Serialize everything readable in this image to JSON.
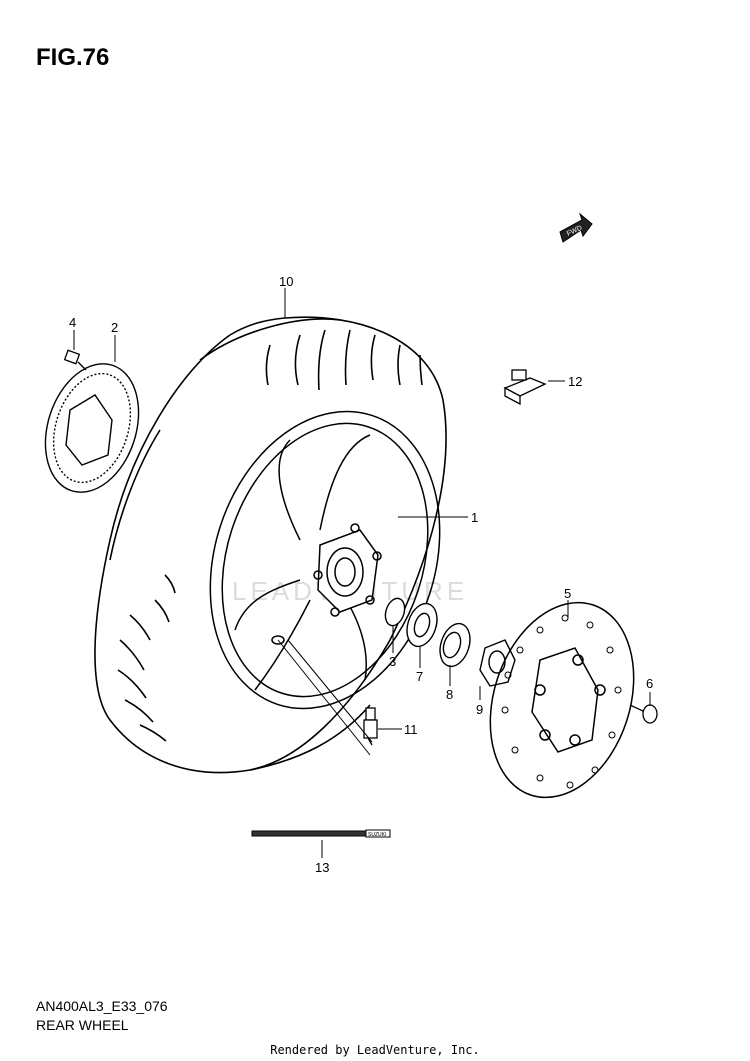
{
  "figure": {
    "title": "FIG.76",
    "code": "AN400AL3_E33_076",
    "name": "REAR WHEEL",
    "rendered_by": "Rendered by LeadVenture, Inc.",
    "watermark": "LEADVENTURE",
    "fwd_label": "FWD",
    "brand_label": "SUZUKI"
  },
  "callouts": [
    {
      "id": "10",
      "label": "10"
    },
    {
      "id": "4",
      "label": "4"
    },
    {
      "id": "2",
      "label": "2"
    },
    {
      "id": "12",
      "label": "12"
    },
    {
      "id": "1",
      "label": "1"
    },
    {
      "id": "5",
      "label": "5"
    },
    {
      "id": "3",
      "label": "3"
    },
    {
      "id": "7",
      "label": "7"
    },
    {
      "id": "8",
      "label": "8"
    },
    {
      "id": "9",
      "label": "9"
    },
    {
      "id": "6",
      "label": "6"
    },
    {
      "id": "11",
      "label": "11"
    },
    {
      "id": "13",
      "label": "13"
    }
  ]
}
